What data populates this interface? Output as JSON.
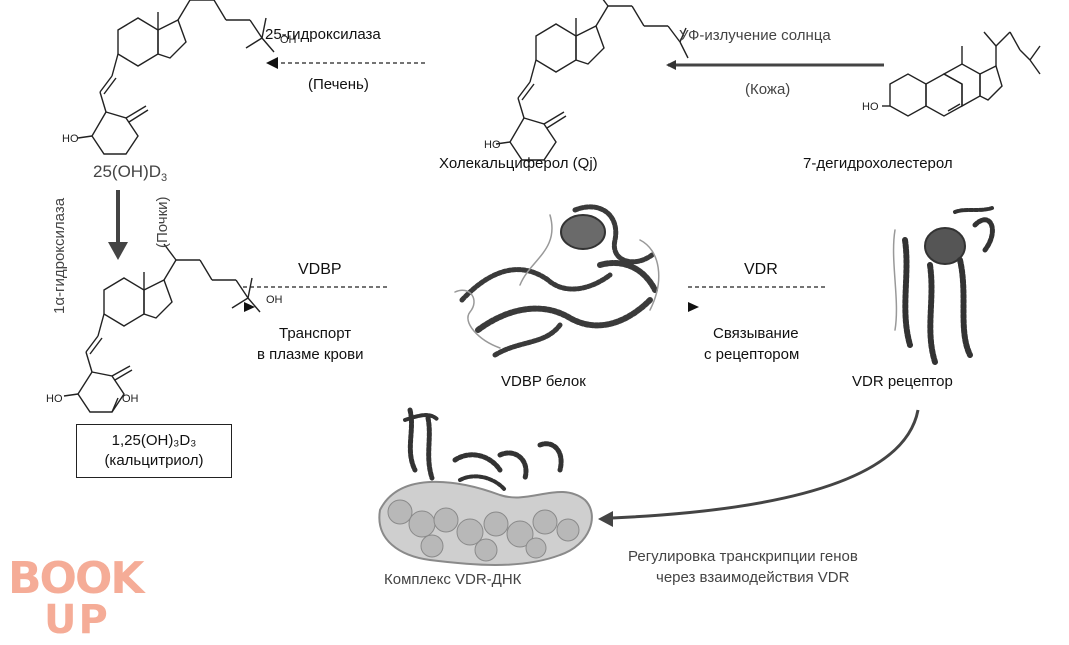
{
  "labels": {
    "hydroxylase25": "25-гидроксилаза",
    "liver": "(Печень)",
    "uv": "УФ-излучение солнца",
    "skin": "(Кожа)",
    "cholecalciferol": "Холекальциферол (Qj)",
    "dehydro": "7-дегидрохолестерол",
    "d3_prefix": "25(OH)D",
    "d3_sub": "3",
    "hydroxylase1a": "1α-гидроксилаза",
    "kidneys": "(Почки)",
    "vdbp": "VDBP",
    "transport1": "Транспорт",
    "transport2": "в плазме крови",
    "vdbp_protein": "VDBP белок",
    "vdr": "VDR",
    "binding1": "Связывание",
    "binding2": "с рецептором",
    "vdr_receptor": "VDR рецептор",
    "complex": "Комплекс VDR-ДНК",
    "regulation1": "Регулировка транскрипции генов",
    "regulation2": "через взаимодействия VDR",
    "calcitriol_formula": "1,25(OH)₃D₃",
    "calcitriol_name": "(кальцитриол)"
  },
  "atoms": {
    "oh": "OH",
    "ho": "HO"
  },
  "watermark": {
    "line1": "BOOK",
    "line2": "UP"
  },
  "colors": {
    "text": "#111111",
    "protein": "#3a3a3a",
    "watermark": "#f4a48c"
  }
}
